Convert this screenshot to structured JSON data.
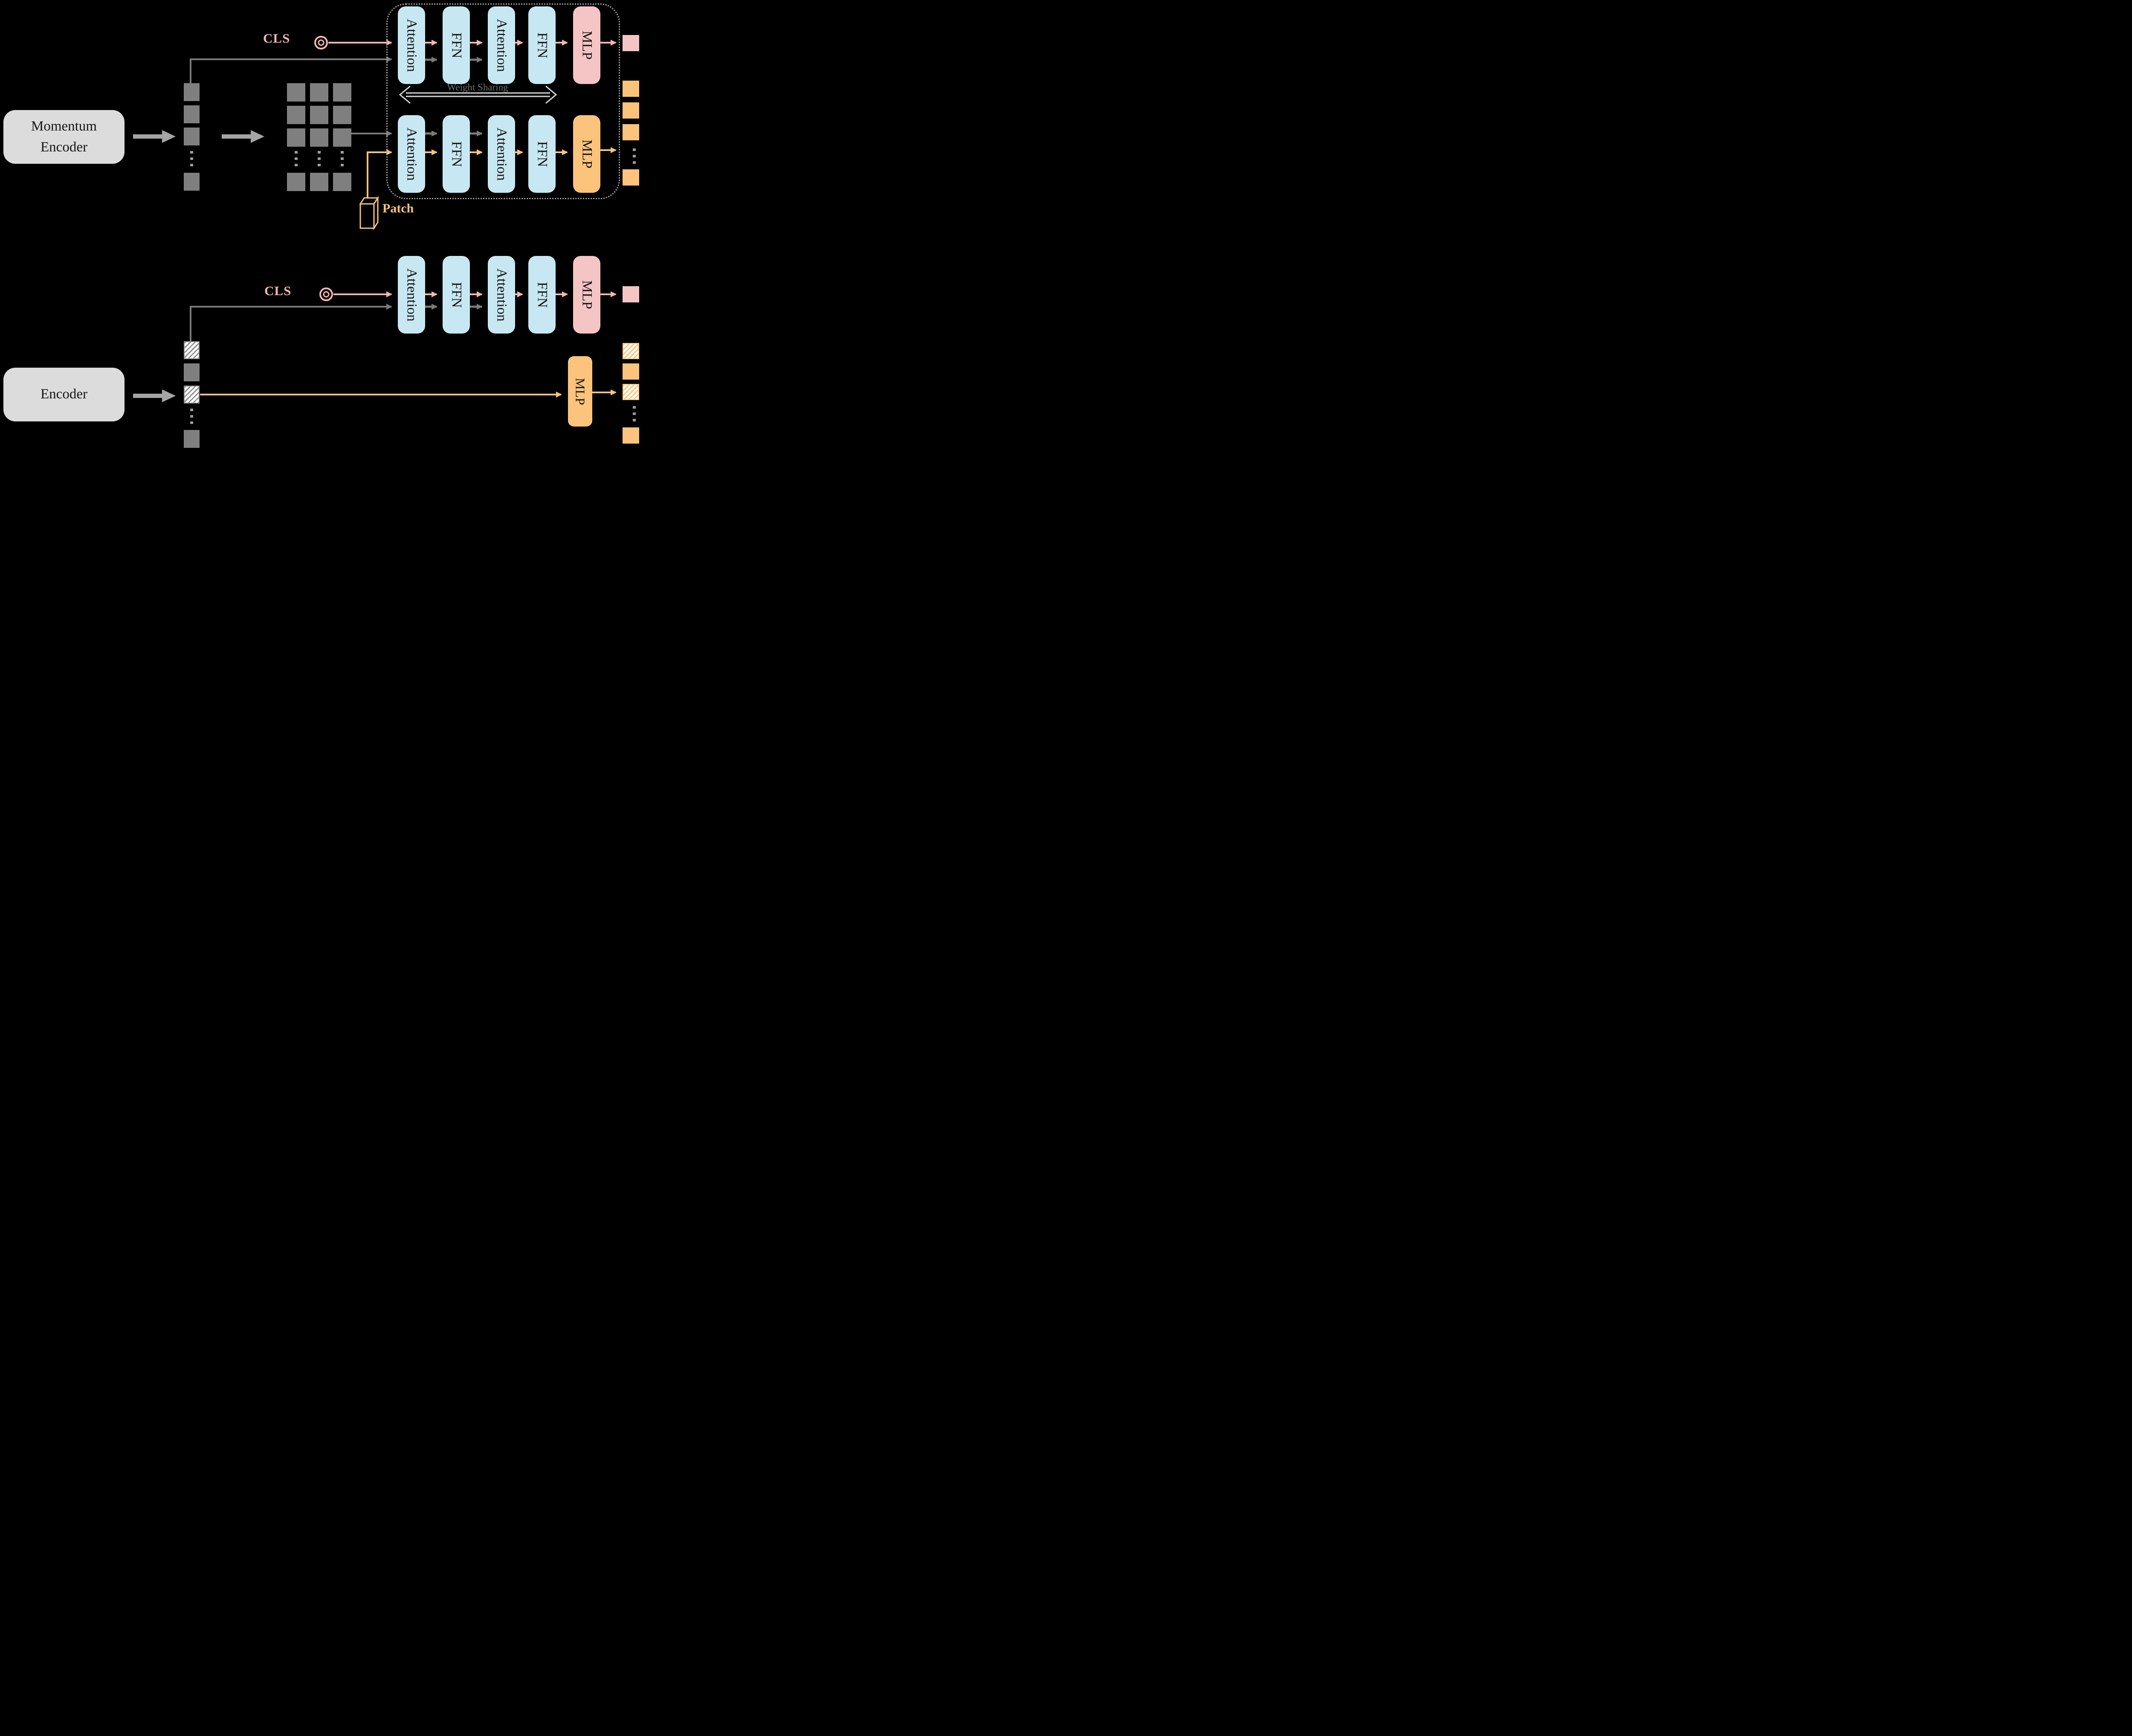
{
  "diagram": {
    "background": "#000000",
    "colors": {
      "blue_block": "#c7e8f3",
      "pink_block": "#f5c5c5",
      "pink_accent": "#f3b5b5",
      "orange_accent": "#fbc37c",
      "grey_token": "#7f7f7f",
      "grey_arrow": "#7a7a7a",
      "grey_flow_arrow": "#a5a5a5",
      "encoder_box": "#dcdcdc",
      "dotted_border": "#a3a3a3",
      "weight_sharing_text": "#6e6e6e",
      "hatch_grey": "#8f8f8f",
      "ellipsis_grey": "#9c9c9c"
    },
    "teacher": {
      "encoder_label_line1": "Momentum",
      "encoder_label_line2": "Encoder",
      "cls_label": "CLS",
      "weight_sharing_label": "Weight Sharing",
      "patch_label": "Patch",
      "cls_pipeline": {
        "block1": "Attention",
        "block2": "FFN",
        "block3": "Attention",
        "block4": "FFN",
        "block5": "MLP"
      },
      "patch_pipeline": {
        "block1": "Attention",
        "block2": "FFN",
        "block3": "Attention",
        "block4": "FFN",
        "block5": "MLP"
      }
    },
    "student": {
      "encoder_label": "Encoder",
      "cls_label": "CLS",
      "cls_pipeline": {
        "block1": "Attention",
        "block2": "FFN",
        "block3": "Attention",
        "block4": "FFN",
        "block5": "MLP"
      },
      "patch_mlp_label": "MLP"
    }
  }
}
